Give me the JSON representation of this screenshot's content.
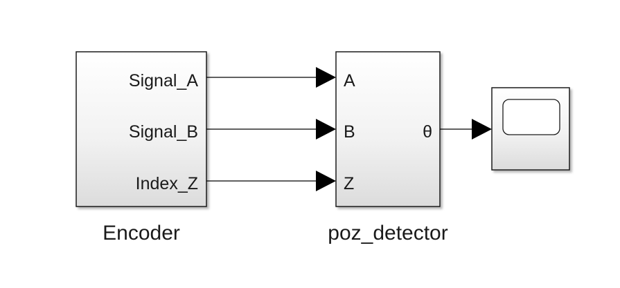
{
  "blocks": {
    "encoder": {
      "name": "Encoder",
      "outputs": [
        "Signal_A",
        "Signal_B",
        "Index_Z"
      ]
    },
    "poz_detector": {
      "name": "poz_detector",
      "inputs": [
        "A",
        "B",
        "Z"
      ],
      "output": "θ"
    },
    "scope": {
      "icon": "scope-display-icon"
    }
  },
  "connections": [
    {
      "from": "Encoder.Signal_A",
      "to": "poz_detector.A"
    },
    {
      "from": "Encoder.Signal_B",
      "to": "poz_detector.B"
    },
    {
      "from": "Encoder.Index_Z",
      "to": "poz_detector.Z"
    },
    {
      "from": "poz_detector.θ",
      "to": "scope"
    }
  ],
  "colors": {
    "block_border": "#1a1a1a",
    "block_fill_top": "#ffffff",
    "block_fill_bottom": "#dcdcdc",
    "line": "#000000"
  }
}
